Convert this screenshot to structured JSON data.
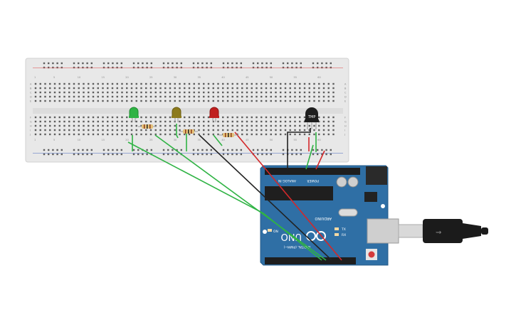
{
  "breadboard": {
    "column_numbers": [
      "1",
      "5",
      "10",
      "15",
      "20",
      "25",
      "30",
      "35",
      "40",
      "45",
      "50",
      "55",
      "60"
    ],
    "row_letters_top": [
      "A",
      "B",
      "C",
      "D",
      "E"
    ],
    "row_letters_bottom": [
      "F",
      "G",
      "H",
      "I",
      "J"
    ]
  },
  "components": {
    "led_green": {
      "color": "#2fb344"
    },
    "led_yellow": {
      "color": "#8c7a1b"
    },
    "led_red": {
      "color": "#c0201f"
    },
    "sensor": {
      "label": "TMP"
    }
  },
  "arduino": {
    "brand": "UNO",
    "logo_text": "ARDUINO",
    "analog_label": "ANALOG IN",
    "power_label": "POWER",
    "digital_label": "DIGITAL (PWM~)",
    "led_labels": [
      "TX",
      "RX"
    ],
    "on_label": "ON",
    "board_color": "#2f6fa5"
  },
  "wires": {
    "green": "#2fb344",
    "red": "#d3282a",
    "black": "#222222"
  }
}
